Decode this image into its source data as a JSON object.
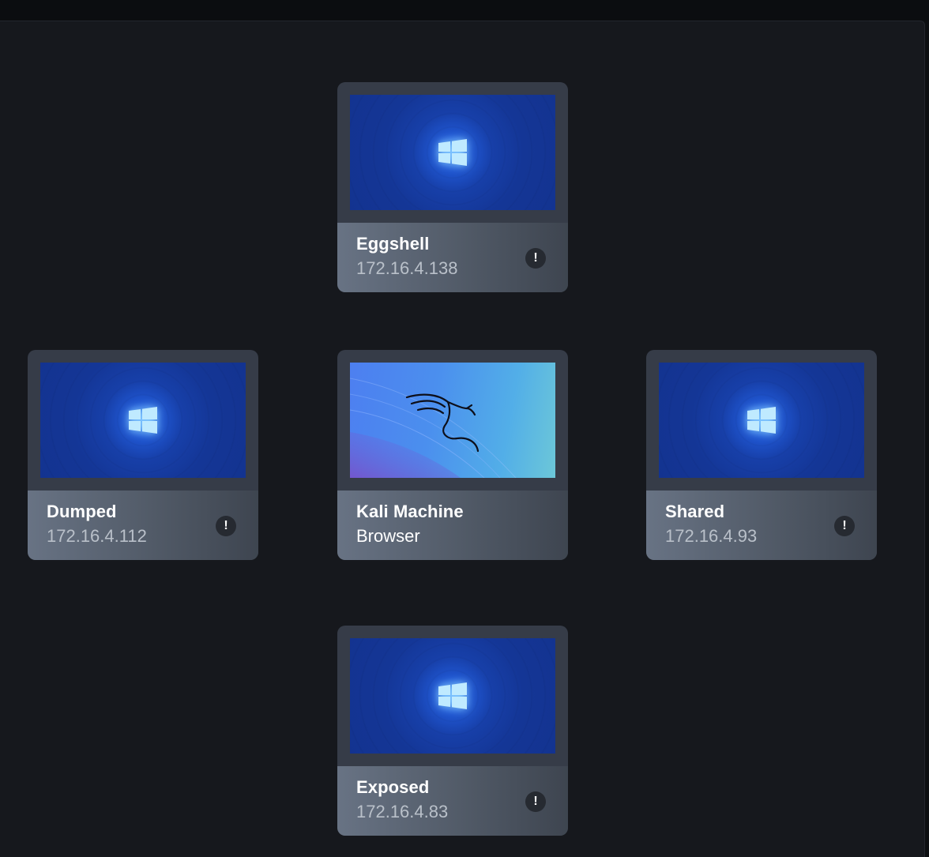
{
  "machines": {
    "eggshell": {
      "name": "Eggshell",
      "subtitle": "172.16.4.138",
      "os_icon": "windows-icon",
      "alert": "!"
    },
    "dumped": {
      "name": "Dumped",
      "subtitle": "172.16.4.112",
      "os_icon": "windows-icon",
      "alert": "!"
    },
    "kali": {
      "name": "Kali Machine",
      "subtitle": "Browser",
      "os_icon": "kali-dragon-icon"
    },
    "shared": {
      "name": "Shared",
      "subtitle": "172.16.4.93",
      "os_icon": "windows-icon",
      "alert": "!"
    },
    "exposed": {
      "name": "Exposed",
      "subtitle": "172.16.4.83",
      "os_icon": "windows-icon",
      "alert": "!"
    }
  },
  "colors": {
    "background": "#16181d",
    "card": "#363c48",
    "windows_wallpaper": "#143696",
    "kali_wallpaper": "#4b8fee"
  }
}
